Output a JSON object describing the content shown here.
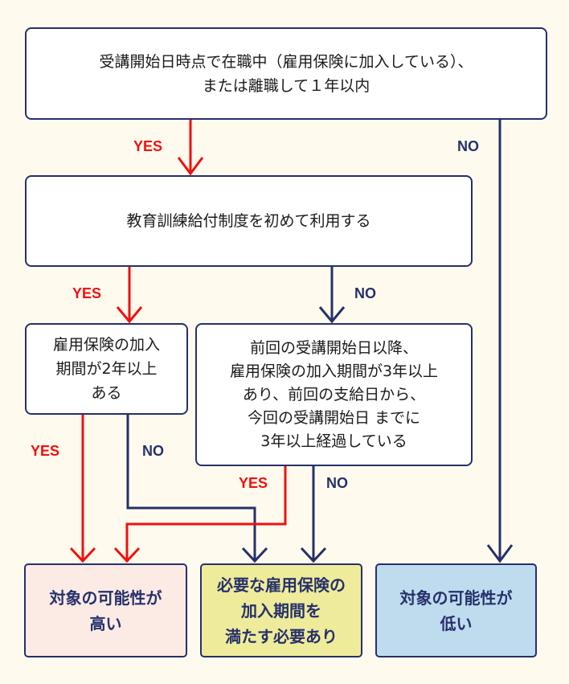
{
  "colors": {
    "background": "#fefbee",
    "yes": "#f01010",
    "no": "#26306b",
    "outcome_high": "#fbebe4",
    "outcome_need": "#eeec9a",
    "outcome_low": "#bfdcef"
  },
  "nodes": {
    "q1": "受講開始日時点で在職中（雇用保険に加入している）、\nまたは離職して１年以内",
    "q2": "教育訓練給付制度を初めて利用する",
    "q3": "雇用保険の加入\n期間が2年以上\nある",
    "q4": "前回の受講開始日以降、\n雇用保険の加入期間が3年以上\nあり、前回の支給日から、\n今回の受講開始日 までに\n3年以上経過している"
  },
  "outcomes": {
    "high": "対象の可能性が\n高い",
    "need": "必要な雇用保険の\n加入期間を\n満たす必要あり",
    "low": "対象の可能性が\n低い"
  },
  "labels": {
    "yes": "YES",
    "no": "NO"
  }
}
